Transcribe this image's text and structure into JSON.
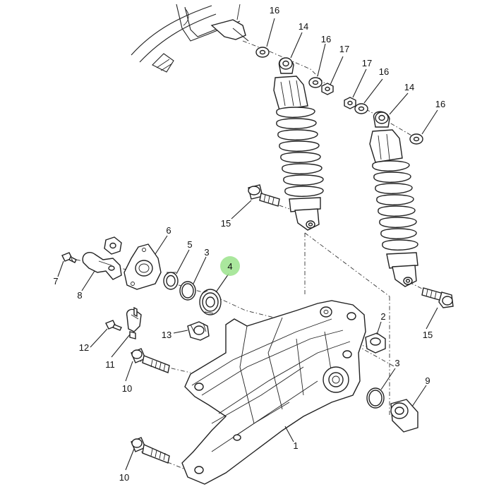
{
  "diagram": {
    "highlight_color": "#9be38c",
    "callouts": [
      {
        "id": "c16a",
        "label": "16",
        "highlighted": false
      },
      {
        "id": "c14a",
        "label": "14",
        "highlighted": false
      },
      {
        "id": "c16b",
        "label": "16",
        "highlighted": false
      },
      {
        "id": "c17a",
        "label": "17",
        "highlighted": false
      },
      {
        "id": "c17b",
        "label": "17",
        "highlighted": false
      },
      {
        "id": "c16c",
        "label": "16",
        "highlighted": false
      },
      {
        "id": "c14b",
        "label": "14",
        "highlighted": false
      },
      {
        "id": "c16d",
        "label": "16",
        "highlighted": false
      },
      {
        "id": "c15a",
        "label": "15",
        "highlighted": false
      },
      {
        "id": "c6",
        "label": "6",
        "highlighted": false
      },
      {
        "id": "c5",
        "label": "5",
        "highlighted": false
      },
      {
        "id": "c3a",
        "label": "3",
        "highlighted": false
      },
      {
        "id": "c4",
        "label": "4",
        "highlighted": true
      },
      {
        "id": "c7",
        "label": "7",
        "highlighted": false
      },
      {
        "id": "c8",
        "label": "8",
        "highlighted": false
      },
      {
        "id": "c2",
        "label": "2",
        "highlighted": false
      },
      {
        "id": "c15b",
        "label": "15",
        "highlighted": false
      },
      {
        "id": "c12",
        "label": "12",
        "highlighted": false
      },
      {
        "id": "c13",
        "label": "13",
        "highlighted": false
      },
      {
        "id": "c11",
        "label": "11",
        "highlighted": false
      },
      {
        "id": "c10a",
        "label": "10",
        "highlighted": false
      },
      {
        "id": "c3b",
        "label": "3",
        "highlighted": false
      },
      {
        "id": "c9",
        "label": "9",
        "highlighted": false
      },
      {
        "id": "c10b",
        "label": "10",
        "highlighted": false
      },
      {
        "id": "c1",
        "label": "1",
        "highlighted": false
      }
    ]
  }
}
